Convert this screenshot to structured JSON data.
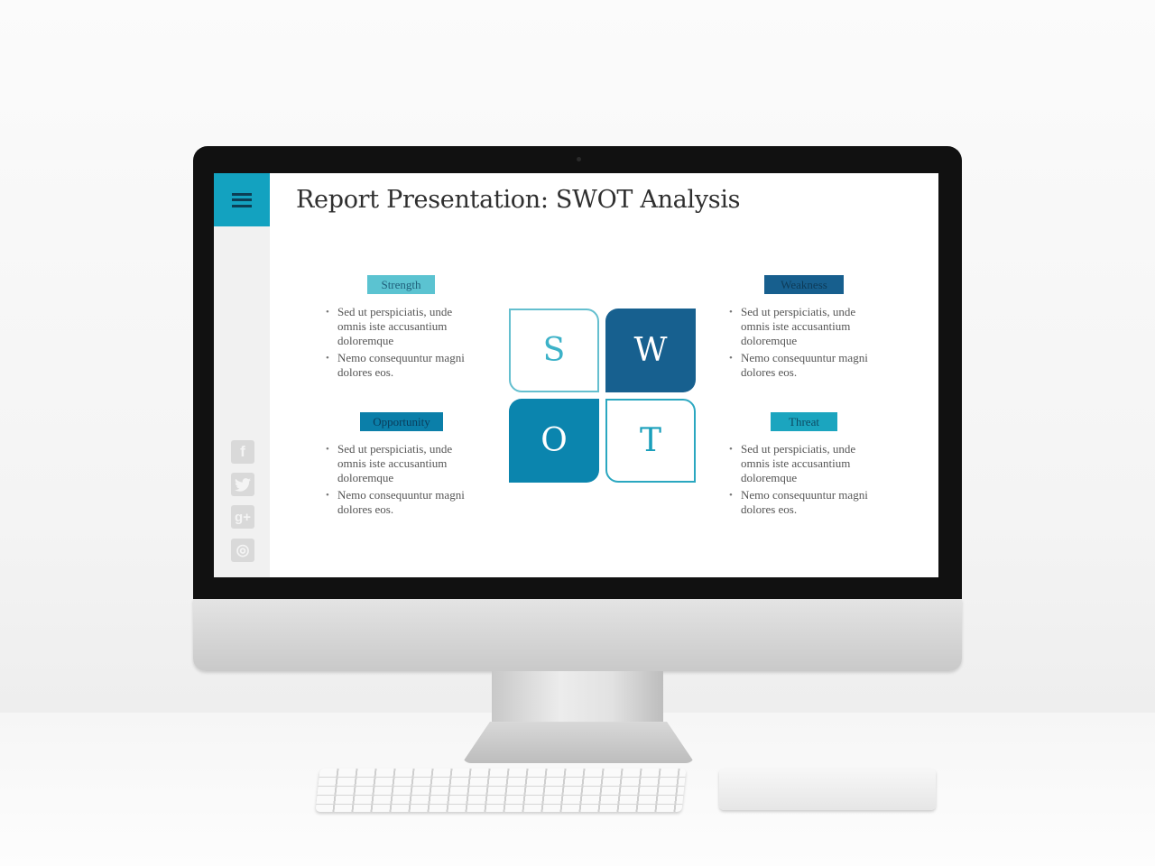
{
  "slide": {
    "title": "Report Presentation: SWOT Analysis",
    "menu_icon": "hamburger-icon"
  },
  "social": [
    {
      "name": "facebook",
      "glyph": "f"
    },
    {
      "name": "twitter",
      "glyph": "t"
    },
    {
      "name": "google-plus",
      "glyph": "g+"
    },
    {
      "name": "instagram",
      "glyph": "◎"
    }
  ],
  "swot": {
    "strength": {
      "label": "Strength",
      "letter": "S",
      "bullets": [
        "Sed ut perspiciatis, unde omnis iste accusantium doloremque",
        "Nemo consequuntur magni dolores eos."
      ]
    },
    "weakness": {
      "label": "Weakness",
      "letter": "W",
      "bullets": [
        "Sed ut perspiciatis, unde omnis iste accusantium doloremque",
        "Nemo consequuntur magni dolores eos."
      ]
    },
    "opportunity": {
      "label": "Opportunity",
      "letter": "O",
      "bullets": [
        "Sed ut perspiciatis, unde omnis iste accusantium doloremque",
        "Nemo consequuntur magni dolores eos."
      ]
    },
    "threat": {
      "label": "Threat",
      "letter": "T",
      "bullets": [
        "Sed ut perspiciatis, unde omnis iste accusantium doloremque",
        "Nemo consequuntur magni dolores eos."
      ]
    }
  },
  "colors": {
    "accent": "#13a2c0",
    "strength": "#5bc3d1",
    "weakness": "#175f8e",
    "opportunity": "#0b7fa9",
    "threat": "#1ba5bf"
  }
}
